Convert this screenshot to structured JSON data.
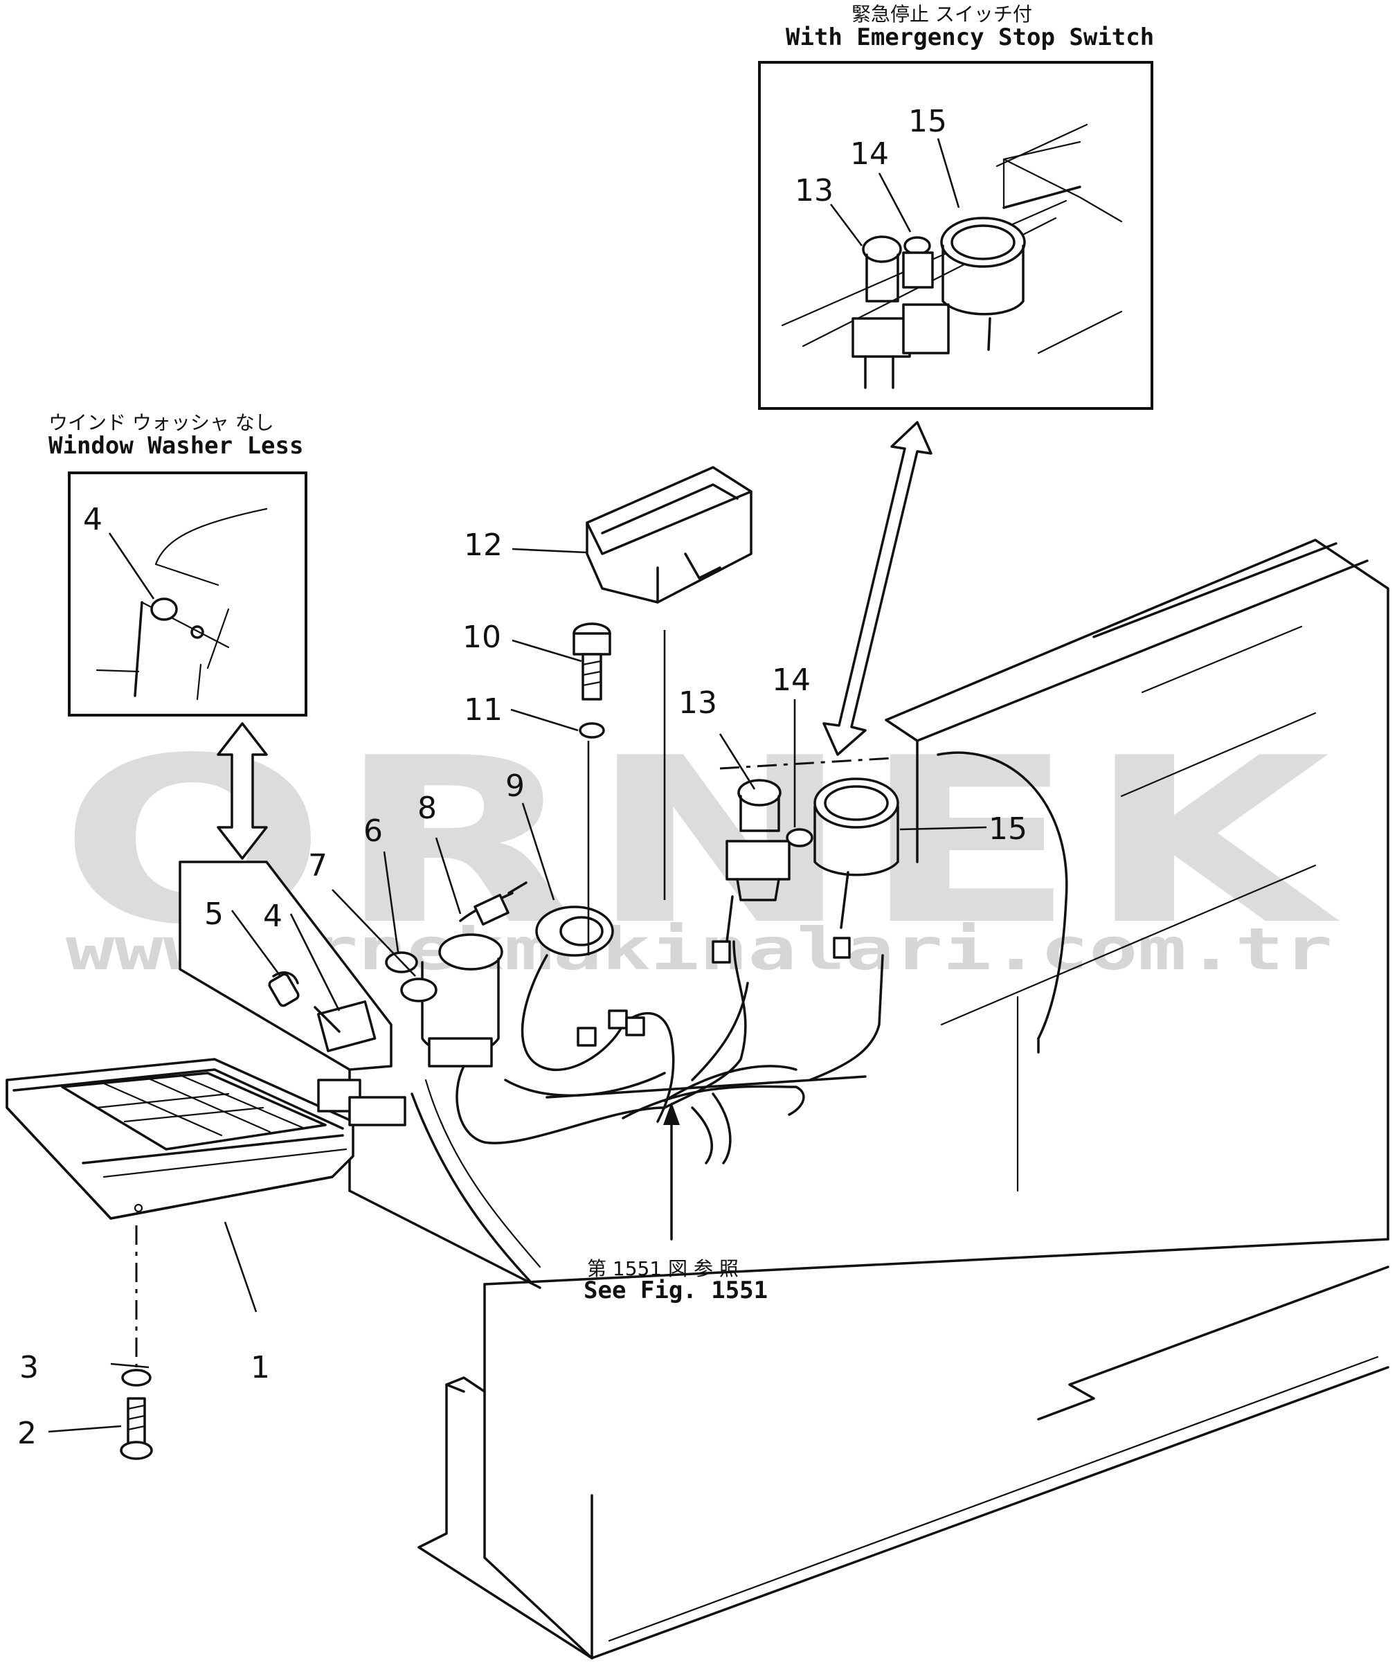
{
  "insets": {
    "emergency_stop": {
      "caption_jp": "緊急停止 スイッチ付",
      "caption_en": "With Emergency Stop Switch",
      "callouts": [
        "13",
        "14",
        "15"
      ]
    },
    "window_washer": {
      "caption_jp": "ウインド ウォッシャ なし",
      "caption_en": "Window Washer Less",
      "callouts": [
        "4"
      ]
    }
  },
  "main": {
    "callouts": [
      "1",
      "2",
      "3",
      "4",
      "5",
      "6",
      "7",
      "8",
      "9",
      "10",
      "11",
      "12",
      "13",
      "14",
      "15"
    ],
    "reference": {
      "caption_jp": "第 1551 図 参 照",
      "caption_en": "See Fig. 1551"
    }
  },
  "watermark": {
    "brand": "ORNEK",
    "url": "www.ornekmakinalari.com.tr"
  },
  "colors": {
    "line": "#111111",
    "watermark": "#dcdcdc",
    "watermark_accent": "#f2d66b"
  }
}
